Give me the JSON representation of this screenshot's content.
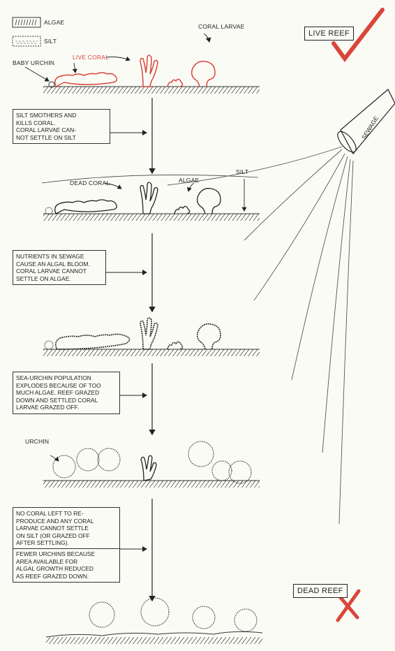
{
  "legend": {
    "algae_label": "ALGAE",
    "silt_label": "SILT"
  },
  "labels": {
    "coral_larvae": "CORAL LARVAE",
    "baby_urchin": "BABY URCHIN",
    "live_coral": "LIVE CORAL",
    "dead_coral": "DEAD CORAL",
    "algae": "ALGAE",
    "silt": "SILT",
    "urchin": "URCHIN",
    "sewage": "SEWAGE"
  },
  "signs": {
    "live_reef": "LIVE REEF",
    "dead_reef": "DEAD REEF"
  },
  "colors": {
    "live_coral": "#d9463a",
    "check": "#d9463a",
    "cross": "#d9463a",
    "ink": "#222222"
  },
  "steps": [
    {
      "lines": [
        "SILT SMOTHERS AND",
        "KILLS CORAL.",
        "CORAL LARVAE CAN-",
        "NOT SETTLE ON SILT"
      ]
    },
    {
      "lines": [
        "NUTRIENTS IN SEWAGE",
        "CAUSE AN ALGAL BLOOM.",
        "CORAL LARVAE CANNOT",
        "SETTLE ON ALGAE."
      ]
    },
    {
      "lines": [
        "SEA-URCHIN POPULATION",
        "EXPLODES BECAUSE OF TOO",
        "MUCH ALGAE. REEF GRAZED",
        "DOWN AND SETTLED CORAL",
        "LARVAE GRAZED OFF."
      ]
    },
    {
      "lines": [
        "NO CORAL LEFT TO RE-",
        "PRODUCE AND ANY CORAL",
        "LARVAE CANNOT SETTLE",
        "ON  SILT (OR GRAZED OFF",
        "AFTER SETTLING)."
      ],
      "lines2": [
        "FEWER URCHINS BECAUSE",
        "AREA AVAILABLE FOR",
        "ALGAL GROWTH REDUCED",
        "AS REEF GRAZED DOWN."
      ]
    }
  ]
}
